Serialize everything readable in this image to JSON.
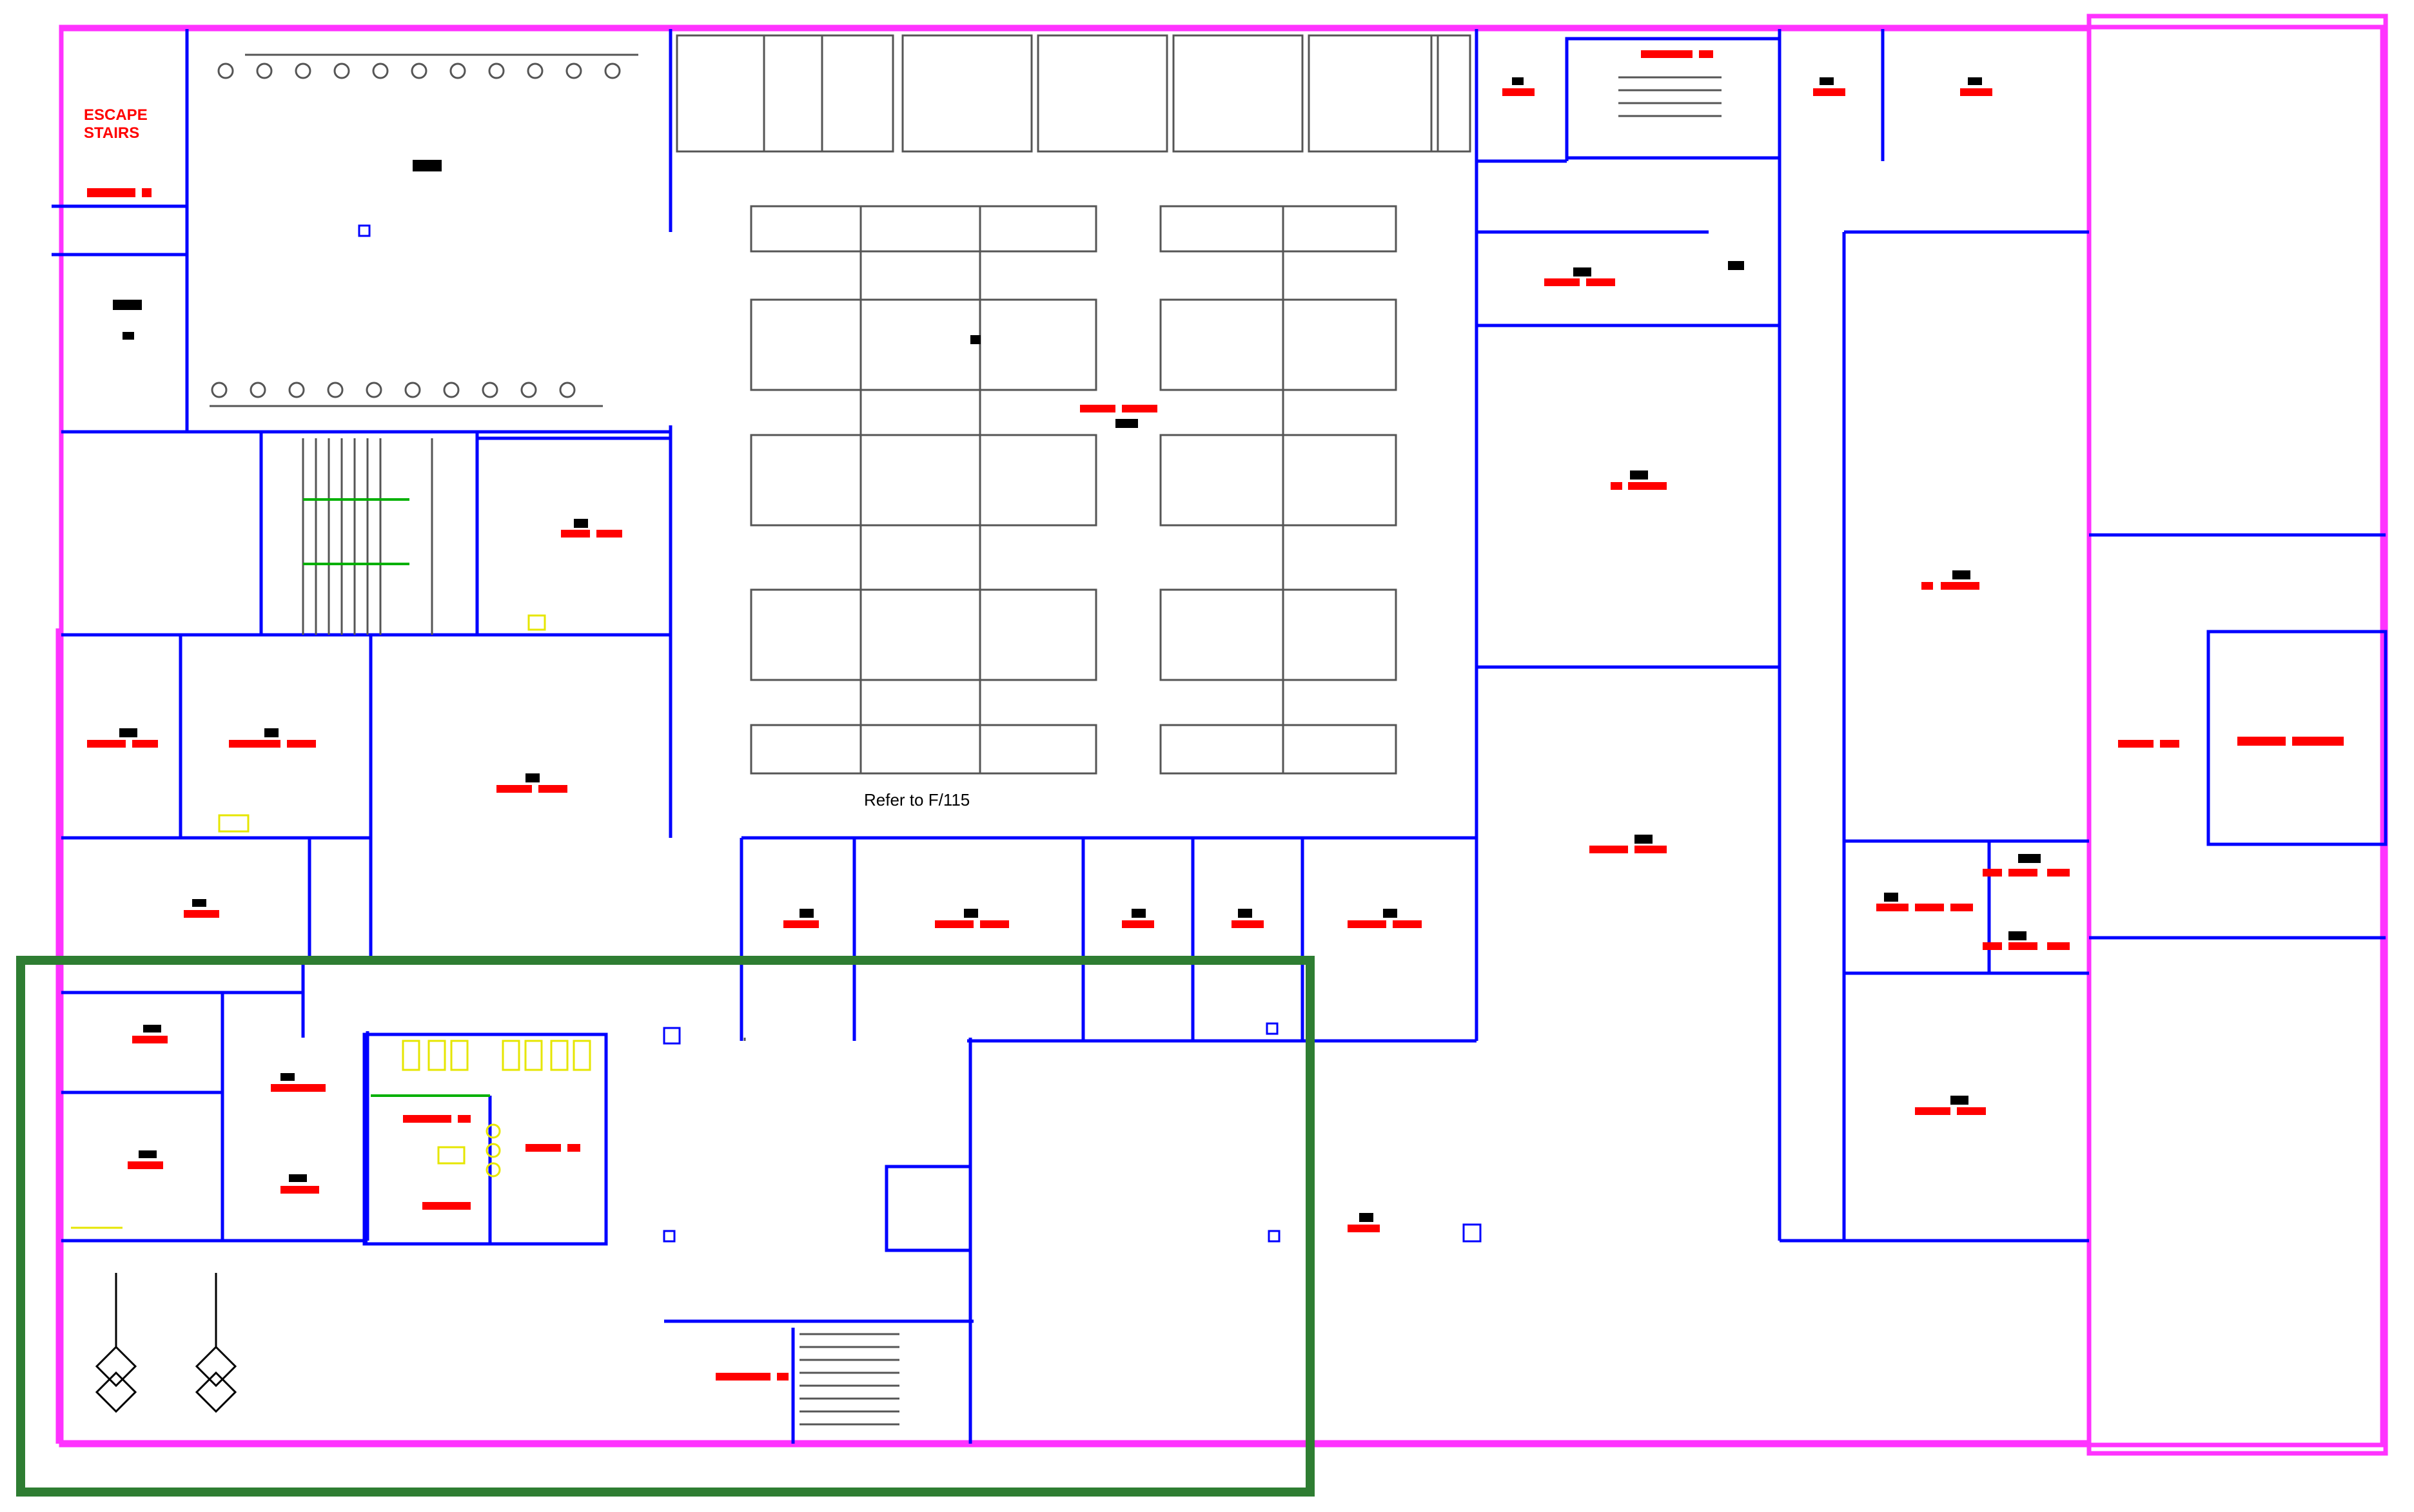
{
  "diagram": {
    "labels": {
      "escape_stairs_line1": "ESCAPE",
      "escape_stairs_line2": "STAIRS",
      "refer_note": "Refer to F/115"
    },
    "colors": {
      "exterior_wall": "#ff33ff",
      "interior_wall": "#0000ff",
      "furniture": "#555555",
      "room_tag_name": "#ff0000",
      "room_tag_number": "#000000",
      "fixture": "#e6e600",
      "stair_marker": "#00b000",
      "highlight_frame": "#2e7d32"
    }
  }
}
